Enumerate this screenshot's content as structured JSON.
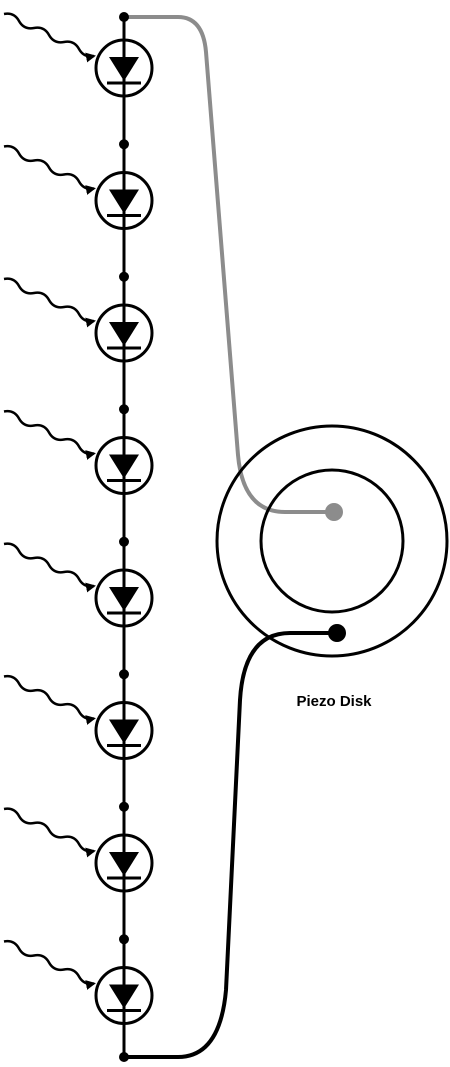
{
  "diagram": {
    "label": "Piezo Disk",
    "diode_count": 8,
    "colors": {
      "background": "#ffffff",
      "stroke": "#000000",
      "positive_wire": "#8c8c8c",
      "negative_wire": "#000000"
    },
    "components": {
      "diode": "photodiode-icon",
      "light": "light-wave-arrow-icon",
      "junction": "junction-dot",
      "piezo": "piezo-disk-icon"
    }
  }
}
